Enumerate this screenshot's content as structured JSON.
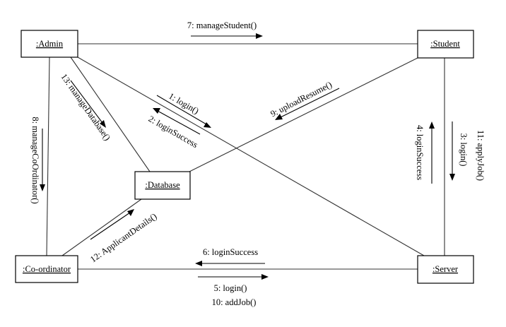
{
  "objects": {
    "admin": ":Admin",
    "student": ":Student",
    "database": ":Database",
    "coordinator": ":Co-ordinator",
    "server": ":Server"
  },
  "messages": {
    "m1": "1: login()",
    "m2": "2: loginSuccess",
    "m3": "3: login()",
    "m4": "4: loginSuccess",
    "m5": "5: login()",
    "m6": "6: loginSuccess",
    "m7": "7: manageStudent()",
    "m8": "8: manageCoOrdinator()",
    "m9": "9: uploadResume()",
    "m10": "10: addJob()",
    "m11": "11: applyJob()",
    "m12": "12: ApplicantDetails()",
    "m13": "13: manageDatabase()"
  }
}
